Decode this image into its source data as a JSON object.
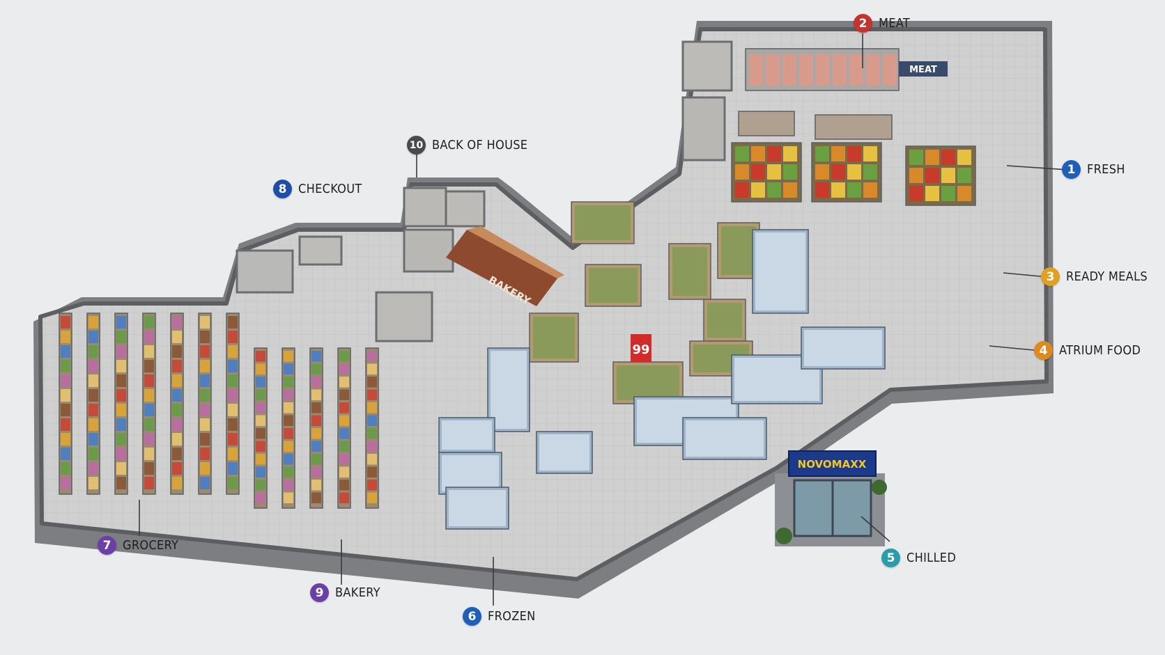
{
  "colors": {
    "fresh": "#1f5fb8",
    "meat": "#c4342d",
    "ready_meals": "#e0a021",
    "atrium_food": "#e08a1e",
    "chilled": "#2a9ea8",
    "frozen": "#1f5fb8",
    "grocery": "#6b3fa6",
    "checkout": "#1f4ea8",
    "bakery": "#6b3fa6",
    "back_of_house": "#4a4a4a"
  },
  "callouts": [
    {
      "id": "fresh",
      "number": "1",
      "label": "FRESH"
    },
    {
      "id": "meat",
      "number": "2",
      "label": "MEAT"
    },
    {
      "id": "ready_meals",
      "number": "3",
      "label": "READY MEALS"
    },
    {
      "id": "atrium_food",
      "number": "4",
      "label": "ATRIUM FOOD"
    },
    {
      "id": "chilled",
      "number": "5",
      "label": "CHILLED"
    },
    {
      "id": "frozen",
      "number": "6",
      "label": "FROZEN"
    },
    {
      "id": "grocery",
      "number": "7",
      "label": "GROCERY"
    },
    {
      "id": "checkout",
      "number": "8",
      "label": "CHECKOUT"
    },
    {
      "id": "bakery",
      "number": "9",
      "label": "BAKERY"
    },
    {
      "id": "back_of_house",
      "number": "10",
      "label": "BACK OF HOUSE"
    }
  ],
  "signs": {
    "meat_sign": "MEAT",
    "bakery_sign": "BAKERY",
    "promo_sign": "99",
    "store_name": "NOVOMAXX"
  }
}
